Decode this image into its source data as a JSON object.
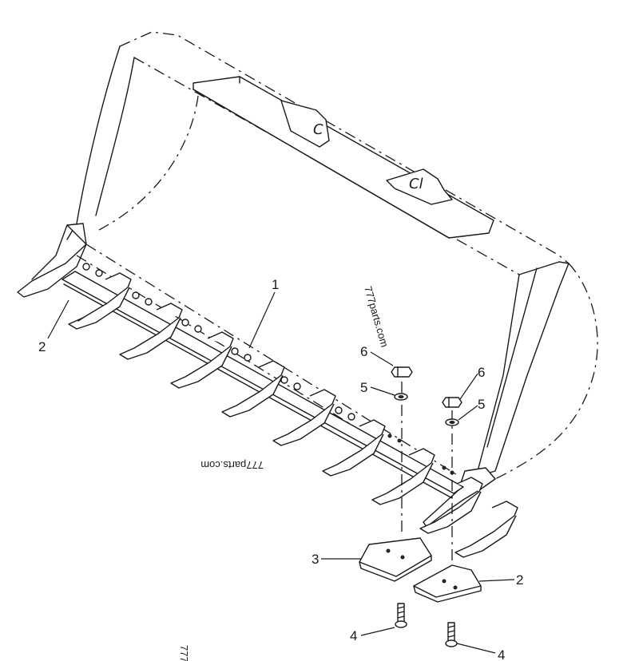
{
  "callouts": {
    "c1": "1",
    "c2_left": "2",
    "c2_right": "2",
    "c3": "3",
    "c4_left": "4",
    "c4_right": "4",
    "c5_left": "5",
    "c5_right": "5",
    "c6_left": "6",
    "c6_right": "6"
  },
  "bucket_marks": {
    "mark_c": "C",
    "mark_cl": "Cl"
  },
  "watermarks": {
    "top": "777parts.com",
    "middle": "777parts.com",
    "bottom": "777"
  }
}
